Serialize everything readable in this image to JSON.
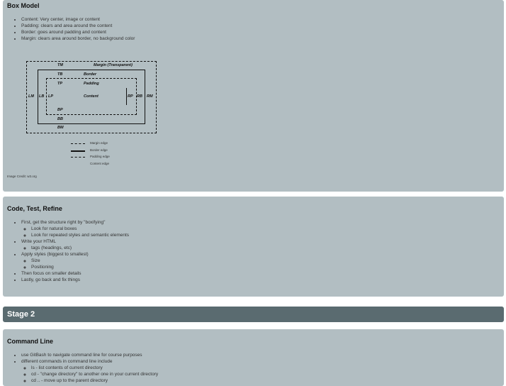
{
  "box_model": {
    "title": "Box Model",
    "bullets": [
      "Content: Very center, image or content",
      "Padding: clears and area around the content",
      "Border: goes around padding and content",
      "Margin: clears area around border, no background color"
    ],
    "diagram": {
      "tm": "TM",
      "margin": "Margin (Transparent)",
      "tb": "TB",
      "border": "Border",
      "tp": "TP",
      "padding": "Padding",
      "lm": "LM",
      "lb": "LB",
      "lp": "LP",
      "content": "Content",
      "rp": "RP",
      "rb": "RB",
      "rm": "RM",
      "bp": "BP",
      "bb": "BB",
      "bm": "BM"
    },
    "legend": [
      "Margin edge",
      "Border edge",
      "Padding edge",
      "Content edge"
    ],
    "credit": "Image Credit: w3.org"
  },
  "code_test": {
    "title": "Code, Test, Refine",
    "items": [
      {
        "text": "First, get the structure right by \"boxifying\"",
        "sub": [
          "Look for natural boxes",
          "Look for repeated styles and semantic elements"
        ]
      },
      {
        "text": "Write your HTML",
        "sub": [
          "tags (headings, etc)"
        ]
      },
      {
        "text": "Apply styles (biggest to smallest)",
        "sub": [
          "Size",
          "Positioning"
        ]
      },
      {
        "text": "Then focus on smaller details",
        "sub": []
      },
      {
        "text": "Lastly, go back and fix things",
        "sub": []
      }
    ]
  },
  "stage2": {
    "title": "Stage 2"
  },
  "command_line": {
    "title": "Command Line",
    "items": [
      {
        "text": "use GitBash to navigate command line for course purposes",
        "sub": []
      },
      {
        "text": "different commands in command line include",
        "sub": [
          "ls - list contents of current directory",
          "cd - \"change directory\" to another one in your current directory",
          "cd .. - move up to the parent directory"
        ]
      }
    ]
  }
}
